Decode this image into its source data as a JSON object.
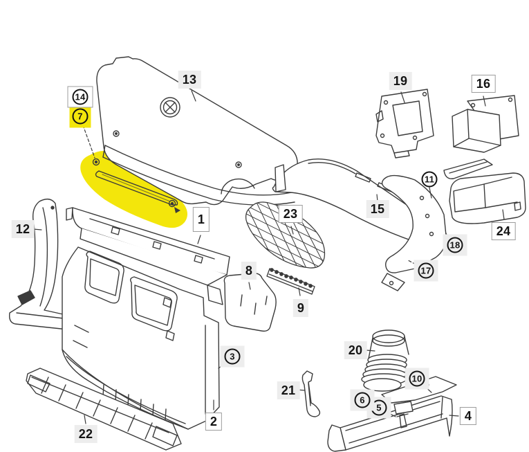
{
  "colors": {
    "background": "#ffffff",
    "line": "#3b3b3b",
    "highlight": "#f3e60b",
    "label_chip_bg": "#ededed",
    "label_box_border": "#9c9c9c",
    "callout_text": "#141414"
  },
  "icons": {
    "brand_roundel": "bmw-roundel"
  },
  "callouts": {
    "c1": "1",
    "c2": "2",
    "c3": "3",
    "c4": "4",
    "c5": "5",
    "c6": "6",
    "c7": "7",
    "c8": "8",
    "c9": "9",
    "c10": "10",
    "c11": "11",
    "c12": "12",
    "c13": "13",
    "c14": "14",
    "c15": "15",
    "c16": "16",
    "c17": "17",
    "c18": "18",
    "c19": "19",
    "c20": "20",
    "c21": "21",
    "c22": "22",
    "c23": "23",
    "c24": "24"
  },
  "highlighted_callout": "7"
}
